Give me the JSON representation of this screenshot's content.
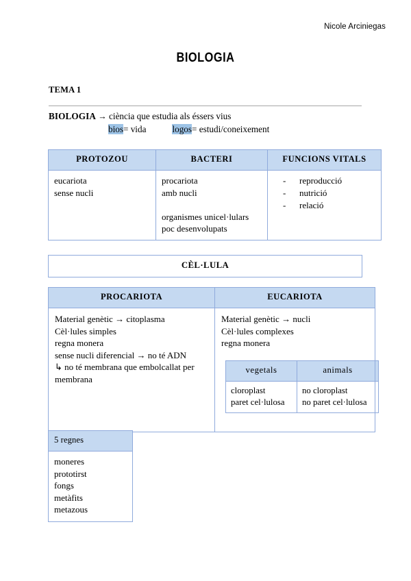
{
  "header": {
    "author": "Nicole Arciniegas"
  },
  "title": "BIOLOGIA",
  "section": {
    "label": "TEMA 1"
  },
  "definition": {
    "term": "BIOLOGIA",
    "arrow": "→",
    "meaning": "ciència que estudia als éssers vius",
    "roots": [
      {
        "word": "bios",
        "equals": "= vida"
      },
      {
        "word": "logos",
        "equals": "= estudi/coneixement"
      }
    ]
  },
  "table_protozou": {
    "headers": [
      "PROTOZOU",
      "BACTERI",
      "FUNCIONS VITALS"
    ],
    "col_protozou": [
      "eucariota",
      "sense nucli"
    ],
    "col_bacteri": [
      "procariota",
      "amb nucli",
      "",
      "organismes unicel·lulars",
      "poc desenvolupats"
    ],
    "col_funcions": [
      "reproducció",
      "nutrició",
      "relació"
    ],
    "dash": "-"
  },
  "banner_cellula": {
    "label": "CÈL·LULA"
  },
  "table_cariota": {
    "headers": [
      "PROCARIOTA",
      "EUCARIOTA"
    ],
    "procariota_lines": [
      "Material genètic → citoplasma",
      "Cèl·lules simples",
      "regna monera",
      "sense nucli diferencial → no té ADN",
      "↳ no té membrana que embolcallat per membrana"
    ],
    "eucariota_lines": [
      "Material genètic → nucli",
      "Cèl·lules complexes",
      "regna monera"
    ],
    "nested": {
      "headers": [
        "vegetals",
        "animals"
      ],
      "col_vegetals": [
        "cloroplast",
        "paret cel·lulosa"
      ],
      "col_animals": [
        "no cloroplast",
        "no paret cel·lulosa"
      ]
    }
  },
  "table_regnes": {
    "header": "5 regnes",
    "items": [
      "moneres",
      "prototirst",
      "fongs",
      "metàfits",
      "metazous"
    ]
  },
  "colors": {
    "header_fill": "#c5d9f1",
    "border": "#8faadc",
    "highlight": "#9dc3e6",
    "rule": "#a6a6a6"
  }
}
